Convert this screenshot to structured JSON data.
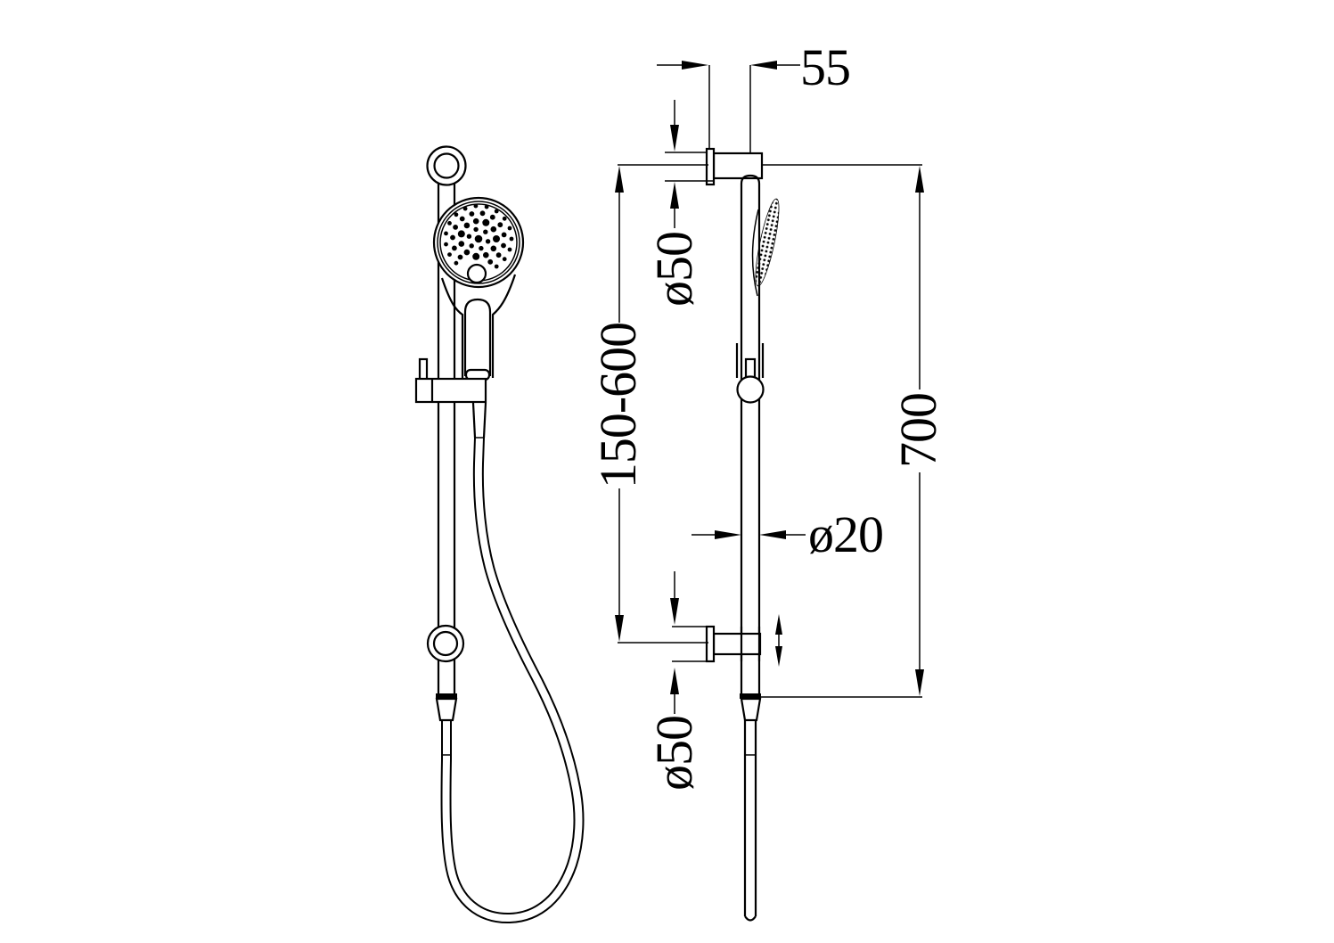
{
  "drawing": {
    "type": "technical-dimension-drawing",
    "subject": "hand-shower-rail-set",
    "colors": {
      "line": "#000000",
      "background": "#ffffff"
    },
    "labels": {
      "wall_offset": "55",
      "flange_top_diameter": "ø50",
      "bracket_adjust_range": "150-600",
      "total_height": "700",
      "rail_diameter": "ø20",
      "flange_bottom_diameter": "ø50"
    }
  }
}
